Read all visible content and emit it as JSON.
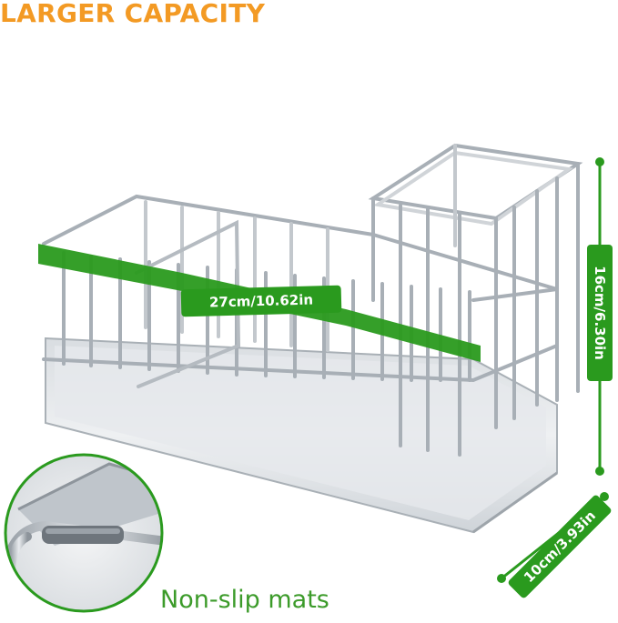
{
  "headline": "LARGER CAPACITY",
  "dimensions": {
    "width": "27cm/10.62in",
    "height": "16cm/6.30in",
    "depth": "10cm/3.93in"
  },
  "detail_caption": "Non-slip mats",
  "colors": {
    "headline": "#f39a24",
    "dimension_green": "#2a9a1e",
    "caption_green": "#3c9b2a",
    "metal": "#b9bfc5"
  }
}
